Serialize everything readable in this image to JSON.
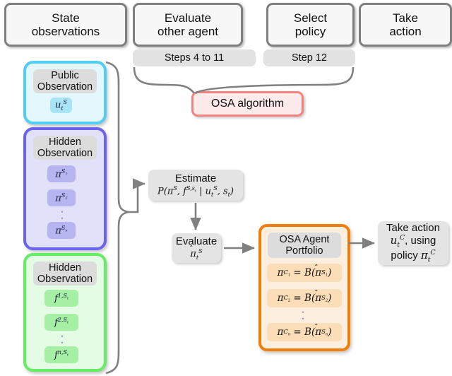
{
  "header": {
    "boxes": [
      {
        "id": "state-observations",
        "line1": "State",
        "line2": "observations"
      },
      {
        "id": "evaluate-other-agent",
        "line1": "Evaluate",
        "line2": "other agent"
      },
      {
        "id": "select-policy",
        "line1": "Select",
        "line2": "policy"
      },
      {
        "id": "take-action",
        "line1": "Take",
        "line2": "action"
      }
    ]
  },
  "steps": [
    {
      "id": "steps-4-to-11",
      "label": "Steps 4 to 11"
    },
    {
      "id": "step-12",
      "label": "Step 12"
    }
  ],
  "osa_algorithm": {
    "label": "OSA algorithm",
    "fill": "#fdeaea",
    "border": "#f4827f"
  },
  "observations": [
    {
      "id": "public-observation",
      "title_line1": "Public",
      "title_line2": "Observation",
      "accent": "#54cdf2",
      "fill": "#e4f7fd",
      "chip_fill": "#a9e4f6",
      "items": [
        "u_t^S"
      ],
      "has_dots": false
    },
    {
      "id": "hidden-observation-policies",
      "title_line1": "Hidden",
      "title_line2": "Observation",
      "accent": "#6a63ee",
      "fill": "#e2e1fa",
      "chip_fill": "#b7b5f0",
      "items": [
        "pi^S1",
        "pi^S2",
        "pi^Sn"
      ],
      "has_dots": true
    },
    {
      "id": "hidden-observation-features",
      "title_line1": "Hidden",
      "title_line2": "Observation",
      "accent": "#63ee63",
      "fill": "#e4fbe4",
      "chip_fill": "#a6f0a6",
      "items": [
        "f^{1,S_t}",
        "f^{2,S_t}",
        "f^{n,S_t}"
      ],
      "has_dots": true
    }
  ],
  "pipeline": {
    "estimate": {
      "id": "estimate-box",
      "title": "Estimate",
      "formula": "P(pi^S, f^{S,s_t} | u_t^S, s_t)"
    },
    "evaluate": {
      "id": "evaluate-box",
      "title": "Evaluate",
      "formula": "pi-hat_t^S"
    },
    "portfolio": {
      "id": "osa-agent-portfolio",
      "title_line1": "OSA Agent",
      "title_line2": "Portfolio",
      "accent": "#f07f0a",
      "rows": [
        "pi^{C1} = B(pi-hat^{S1})",
        "pi^{C2} = B(pi-hat^{S2})",
        "pi^{Cn} = B(pi-hat^{Sn})"
      ]
    },
    "take_action": {
      "id": "take-action-box",
      "line1": "Take action",
      "line2": "u_t^C, using",
      "line3": "policy pi_t^C"
    }
  },
  "colors": {
    "box_border_gray": "#7f7f7f",
    "box_fill": "#f7f7f7",
    "chip_gray": "#e2e2e2",
    "connector_gray": "#808080"
  }
}
